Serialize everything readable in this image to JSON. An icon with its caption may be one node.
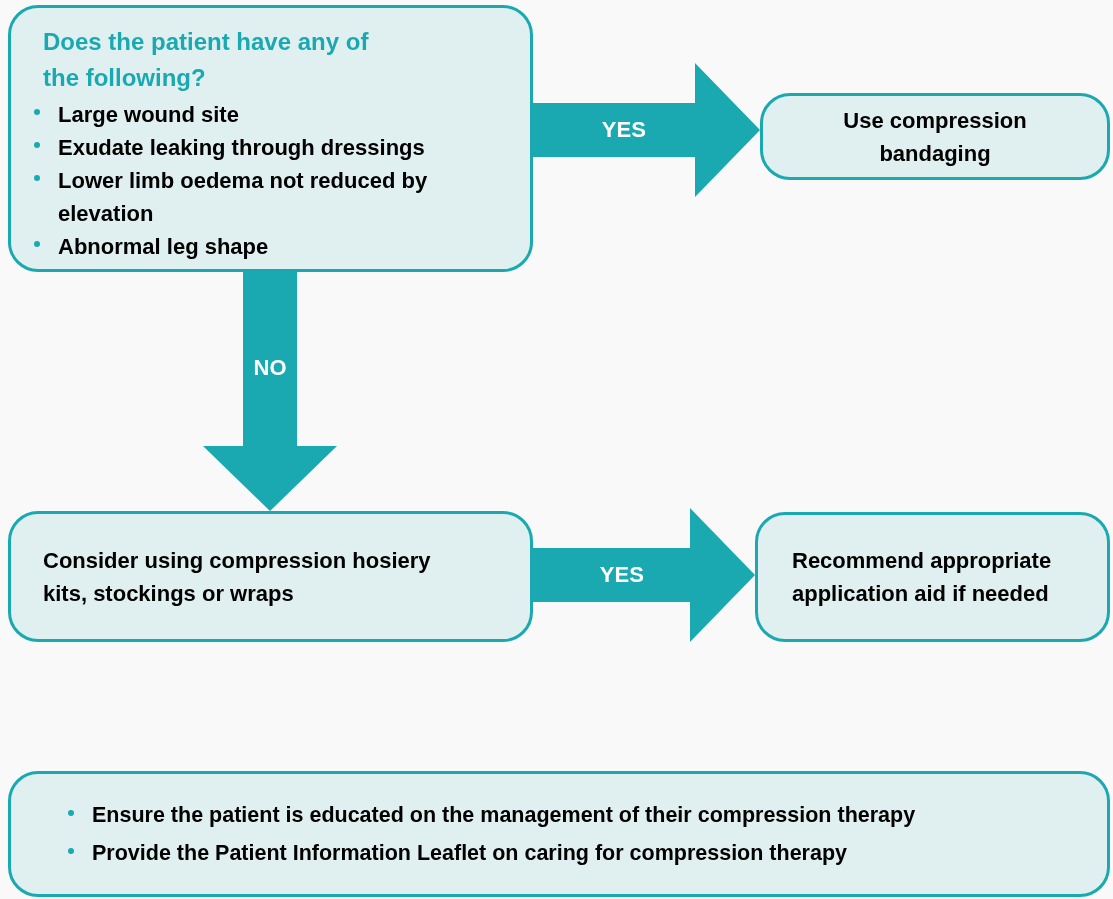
{
  "diagram": {
    "nodes": [
      {
        "text": [
          "Does the patient have any of the following?",
          "Large wound site",
          "Exudate leaking through dressings",
          "Lower limb oedema not reduced by elevation",
          "Abnormal leg shape"
        ]
      },
      {
        "text": [
          "Use compression bandaging"
        ]
      },
      {
        "text": [
          "Consider using compression hosiery kits,  stockings or wraps"
        ]
      },
      {
        "text": [
          "Recommend appropriate application aid if needed"
        ]
      },
      {
        "text": [
          "Ensure the patient is educated on the management of their compression therapy",
          "Provide the Patient Information Leaflet on caring for compression therapy"
        ]
      }
    ],
    "edges": [
      {
        "from": 0,
        "to": 1,
        "arrow": "to",
        "label": "YES"
      },
      {
        "from": 0,
        "to": 2,
        "arrow": "to",
        "label": "NO"
      },
      {
        "from": 2,
        "to": 3,
        "arrow": "to",
        "label": "YES"
      }
    ]
  }
}
